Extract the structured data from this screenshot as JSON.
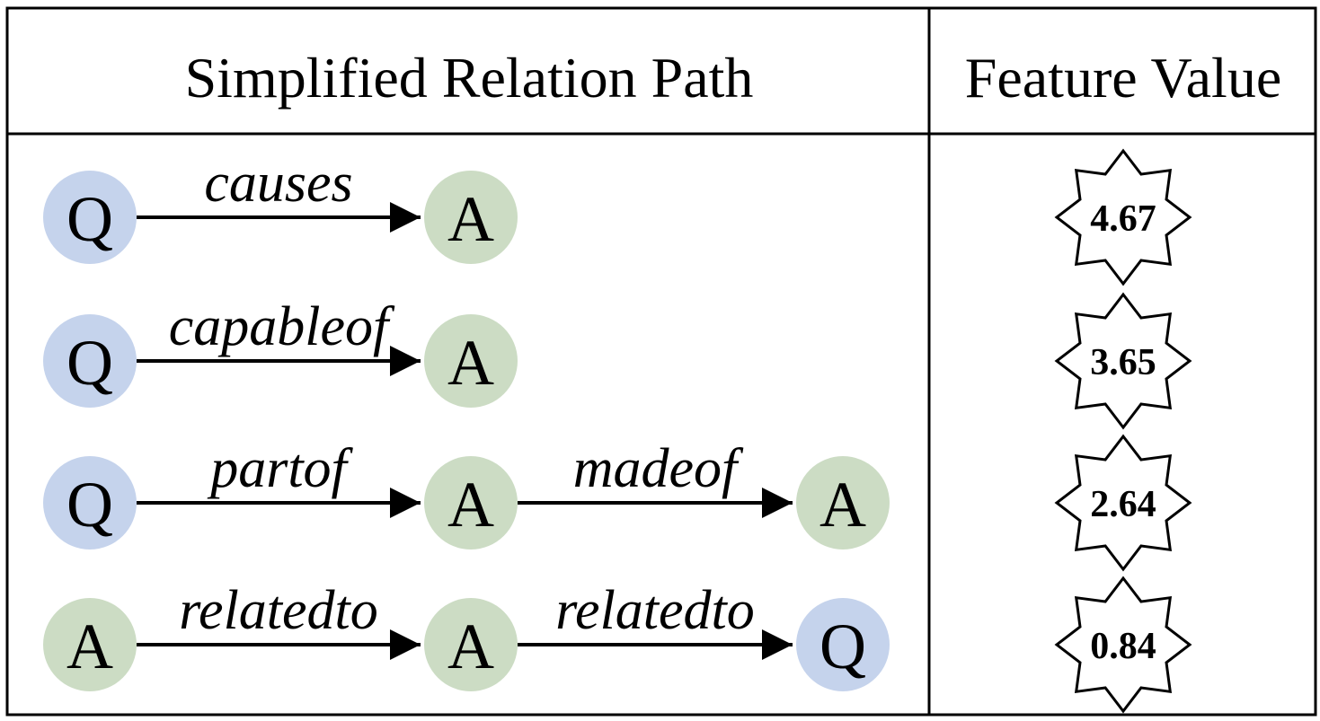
{
  "table": {
    "headers": {
      "path": "Simplified Relation Path",
      "value": "Feature Value"
    },
    "rows": [
      {
        "nodes": [
          "Q",
          "A"
        ],
        "relations": [
          "causes"
        ],
        "value": "4.67"
      },
      {
        "nodes": [
          "Q",
          "A"
        ],
        "relations": [
          "capableof"
        ],
        "value": "3.65"
      },
      {
        "nodes": [
          "Q",
          "A",
          "A"
        ],
        "relations": [
          "partof",
          "madeof"
        ],
        "value": "2.64"
      },
      {
        "nodes": [
          "A",
          "A",
          "Q"
        ],
        "relations": [
          "relatedto",
          "relatedto"
        ],
        "value": "0.84"
      }
    ]
  },
  "colors": {
    "question_node": "#c5d3ec",
    "answer_node": "#ccdcc4",
    "border": "#000000"
  }
}
